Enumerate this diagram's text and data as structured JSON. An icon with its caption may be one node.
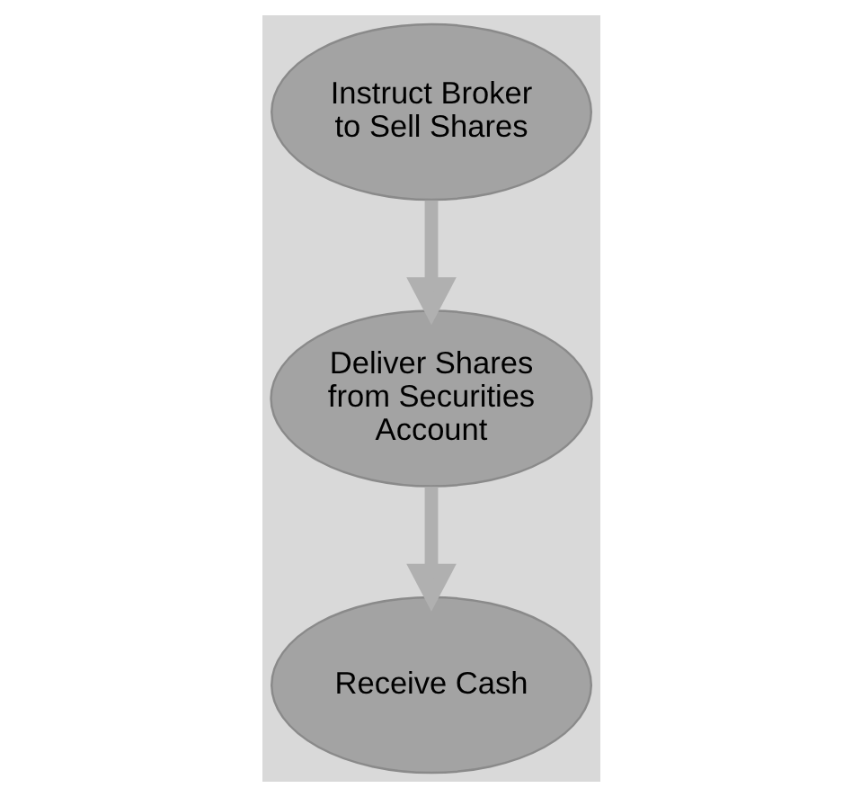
{
  "diagram": {
    "nodes": [
      {
        "text": [
          "Instruct Broker to Sell Shares"
        ]
      },
      {
        "text": [
          "Deliver Shares from Securities Account"
        ]
      },
      {
        "text": [
          "Receive Cash"
        ]
      }
    ],
    "edges": [
      {
        "from": 0,
        "to": 1,
        "arrow": "to"
      },
      {
        "from": 1,
        "to": 2,
        "arrow": "to"
      }
    ]
  }
}
